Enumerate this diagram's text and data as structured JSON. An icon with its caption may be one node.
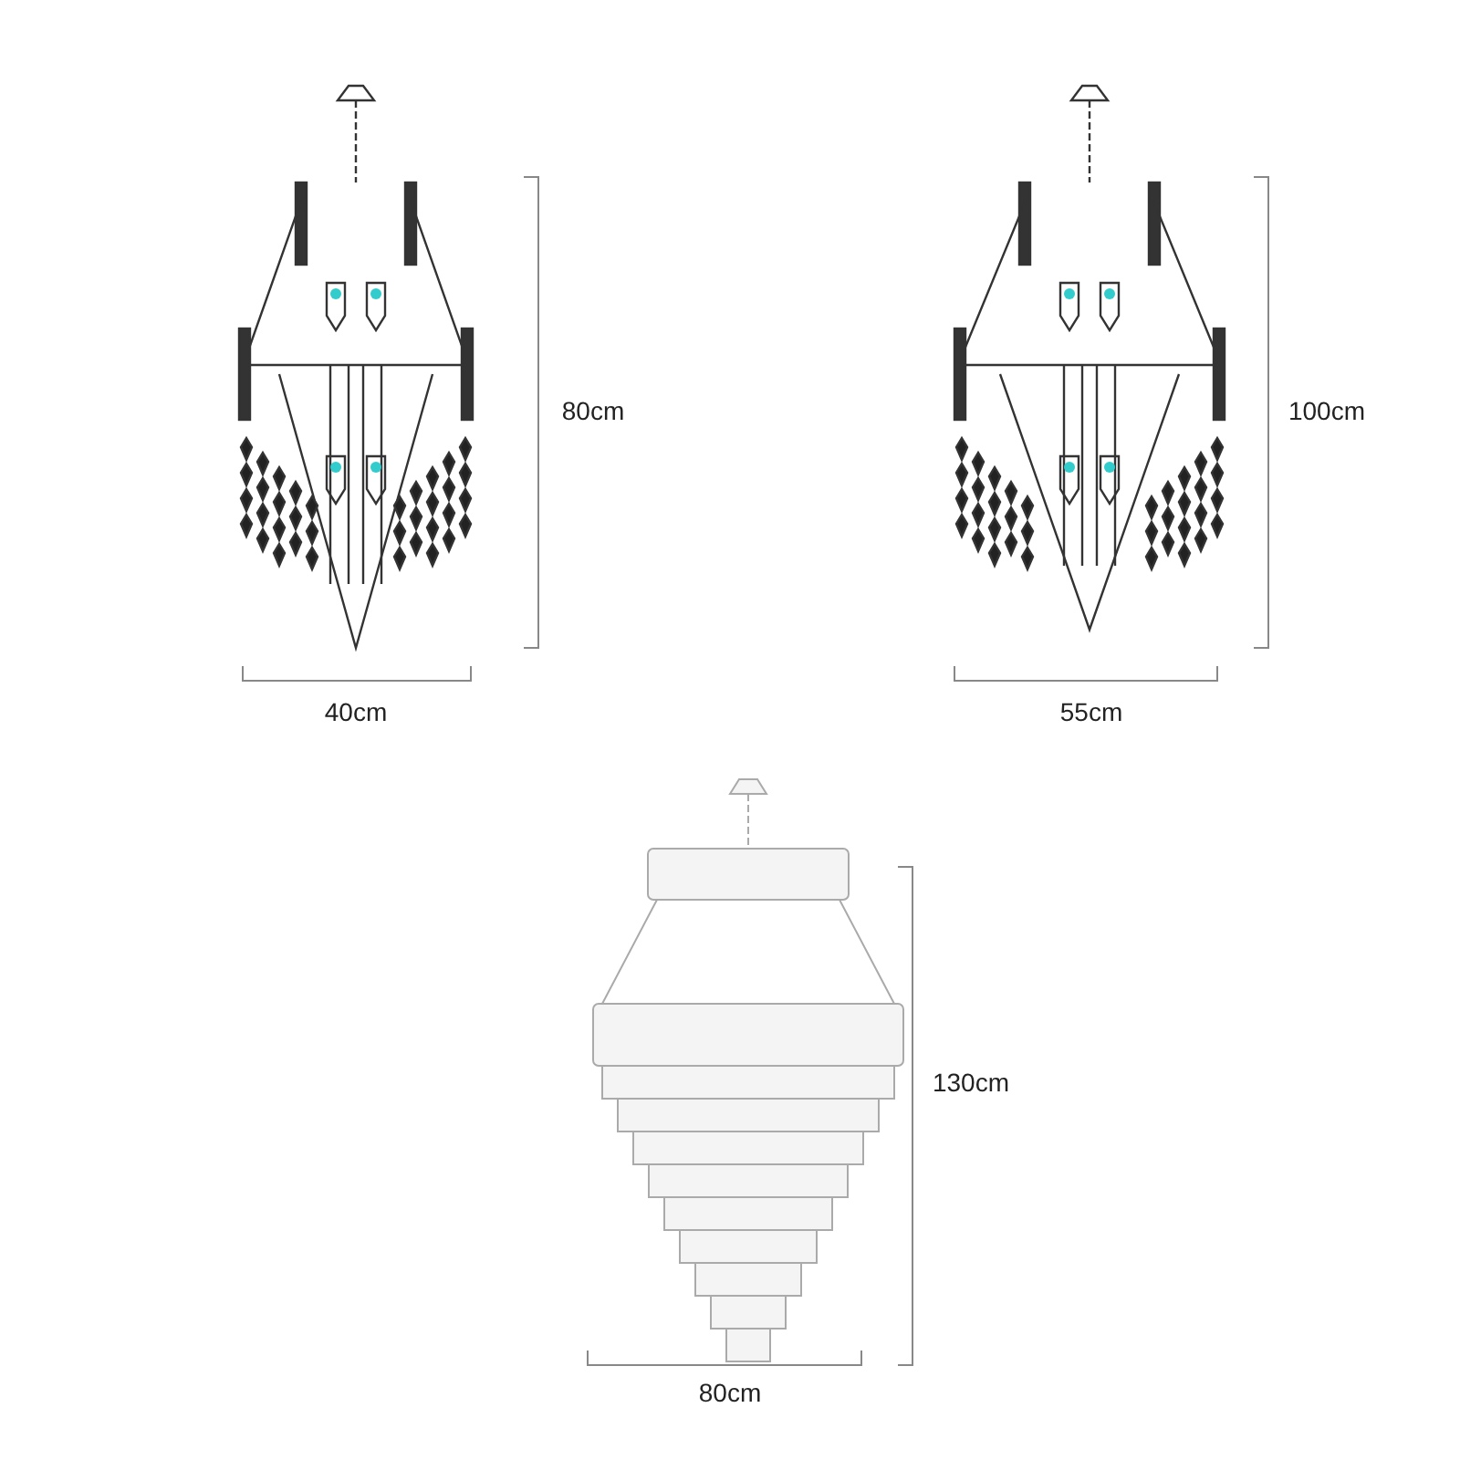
{
  "diagram": {
    "labels": [
      "80cm",
      "40cm",
      "100cm",
      "55cm",
      "130cm",
      "80cm"
    ]
  }
}
